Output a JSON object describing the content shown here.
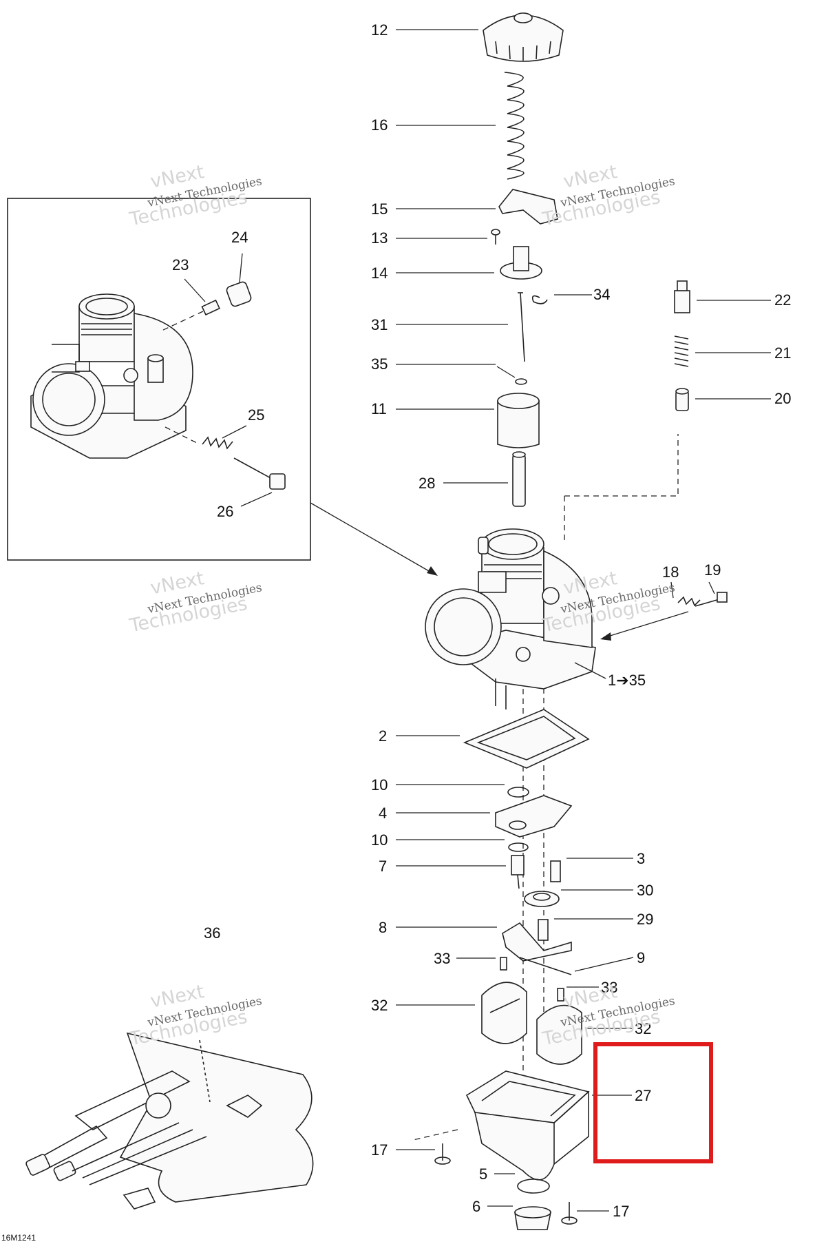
{
  "diagram_code": "16M1241",
  "watermark": {
    "line1": "vNext",
    "line2": "vNext Technologies",
    "line3": "Technologies"
  },
  "highlight_box": {
    "color": "#e01b1b"
  },
  "callouts": {
    "c12": "12",
    "c16": "16",
    "c15": "15",
    "c13": "13",
    "c14": "14",
    "c34": "34",
    "c22": "22",
    "c31": "31",
    "c21": "21",
    "c35": "35",
    "c11": "11",
    "c20": "20",
    "c28": "28",
    "c18": "18",
    "c19": "19",
    "c1_35": "1➔35",
    "c2": "2",
    "c10a": "10",
    "c4": "4",
    "c10b": "10",
    "c3": "3",
    "c7": "7",
    "c30": "30",
    "c8": "8",
    "c29": "29",
    "c33a": "33",
    "c9": "9",
    "c33b": "33",
    "c32a": "32",
    "c32b": "32",
    "c27": "27",
    "c17a": "17",
    "c5": "5",
    "c6": "6",
    "c17b": "17",
    "c23": "23",
    "c24": "24",
    "c25": "25",
    "c26": "26",
    "c36": "36"
  }
}
